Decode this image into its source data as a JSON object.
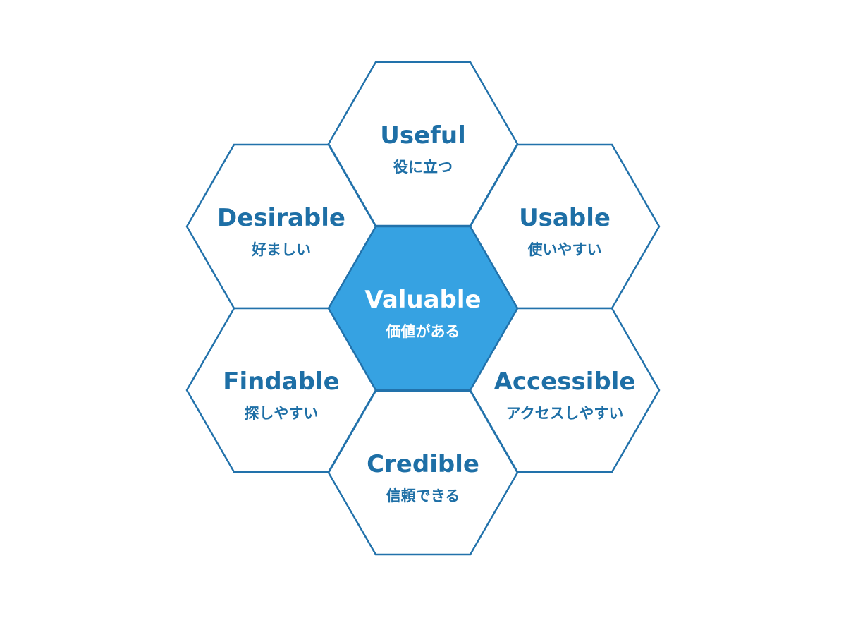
{
  "colors": {
    "outline": "#2272ab",
    "text": "#1e6fa6",
    "center_fill": "#36a2e2",
    "center_text": "#ffffff",
    "background": "#ffffff"
  },
  "cells": [
    {
      "id": "useful",
      "position": "top",
      "title": "Useful",
      "subtitle": "役に立つ",
      "highlighted": false
    },
    {
      "id": "desirable",
      "position": "upper-left",
      "title": "Desirable",
      "subtitle": "好ましい",
      "highlighted": false
    },
    {
      "id": "usable",
      "position": "upper-right",
      "title": "Usable",
      "subtitle": "使いやすい",
      "highlighted": false
    },
    {
      "id": "valuable",
      "position": "center",
      "title": "Valuable",
      "subtitle": "価値がある",
      "highlighted": true
    },
    {
      "id": "findable",
      "position": "lower-left",
      "title": "Findable",
      "subtitle": "探しやすい",
      "highlighted": false
    },
    {
      "id": "accessible",
      "position": "lower-right",
      "title": "Accessible",
      "subtitle": "アクセスしやすい",
      "highlighted": false
    },
    {
      "id": "credible",
      "position": "bottom",
      "title": "Credible",
      "subtitle": "信頼できる",
      "highlighted": false
    }
  ]
}
